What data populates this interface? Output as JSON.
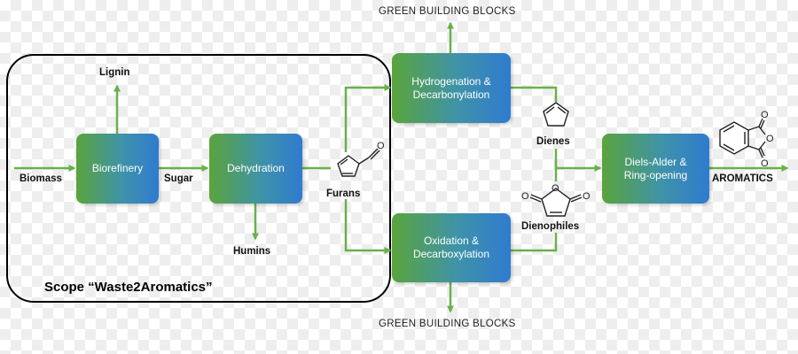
{
  "colors": {
    "arrow": "#6ab04c",
    "box_gradient_start": "#5aa43c",
    "box_gradient_end": "#2f7bcf",
    "scope_border": "#000000"
  },
  "scope": {
    "label": "Scope “Waste2Aromatics”"
  },
  "process_boxes": {
    "biorefinery": "Biorefinery",
    "dehydration": "Dehydration",
    "hydrogenation": "Hydrogenation &\nDecarbonylation",
    "oxidation": "Oxidation &\nDecarboxylation",
    "diels_alder": "Diels-Alder &\nRing-opening"
  },
  "labels": {
    "biomass": "Biomass",
    "sugar": "Sugar",
    "lignin": "Lignin",
    "humins": "Humins",
    "furans": "Furans",
    "dienes": "Dienes",
    "dienophiles": "Dienophiles",
    "aromatics": "AROMATICS",
    "green_building_blocks_top": "GREEN BUILDING BLOCKS",
    "green_building_blocks_bottom": "GREEN BUILDING BLOCKS"
  },
  "structures": {
    "furfural": "furfural-structure-icon",
    "furan": "furan-structure-icon",
    "maleic_anhydride": "maleic-anhydride-structure-icon",
    "phthalic_anhydride": "phthalic-anhydride-structure-icon"
  }
}
